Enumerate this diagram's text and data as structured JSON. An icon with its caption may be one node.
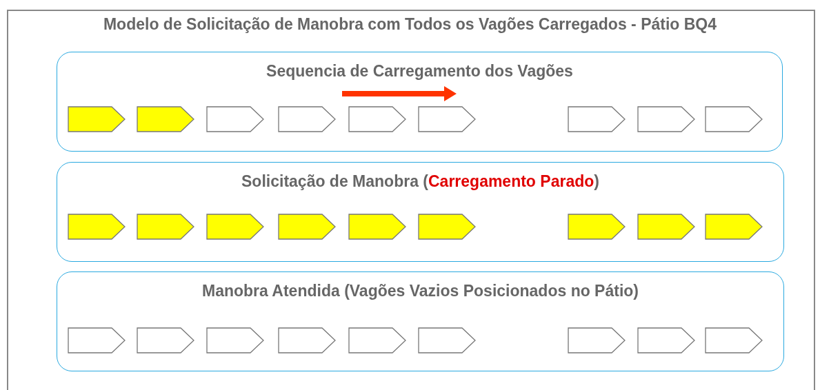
{
  "diagram": {
    "title": "Modelo de Solicitação de Manobra com Todos os Vagões Carregados - Pátio BQ4",
    "nodes": [
      {
        "text": [
          "Sequencia de Carregamento dos Vagões"
        ]
      },
      {
        "text": [],
        "shape": "pentagon",
        "in": 0
      },
      {
        "text": [],
        "shape": "pentagon",
        "in": 0
      },
      {
        "text": [],
        "shape": "pentagon",
        "in": 0
      },
      {
        "text": [],
        "shape": "pentagon",
        "in": 0
      },
      {
        "text": [],
        "shape": "pentagon",
        "in": 0
      },
      {
        "text": [],
        "shape": "pentagon",
        "in": 0
      },
      {
        "text": [],
        "shape": "pentagon",
        "in": 0
      },
      {
        "text": [],
        "shape": "pentagon",
        "in": 0
      },
      {
        "text": [],
        "shape": "pentagon",
        "in": 0
      },
      {
        "text": [
          "Solicitação de Manobra (",
          "Carregamento Parado",
          ")"
        ]
      },
      {
        "text": [],
        "shape": "pentagon",
        "in": 10
      },
      {
        "text": [],
        "shape": "pentagon",
        "in": 10
      },
      {
        "text": [],
        "shape": "pentagon",
        "in": 10
      },
      {
        "text": [],
        "shape": "pentagon",
        "in": 10
      },
      {
        "text": [],
        "shape": "pentagon",
        "in": 10
      },
      {
        "text": [],
        "shape": "pentagon",
        "in": 10
      },
      {
        "text": [],
        "shape": "pentagon",
        "in": 10
      },
      {
        "text": [],
        "shape": "pentagon",
        "in": 10
      },
      {
        "text": [],
        "shape": "pentagon",
        "in": 10
      },
      {
        "text": [
          "Manobra Atendida (Vagões Vazios Posicionados no Pátio)"
        ]
      },
      {
        "text": [],
        "shape": "pentagon",
        "in": 20
      },
      {
        "text": [],
        "shape": "pentagon",
        "in": 20
      },
      {
        "text": [],
        "shape": "pentagon",
        "in": 20
      },
      {
        "text": [],
        "shape": "pentagon",
        "in": 20
      },
      {
        "text": [],
        "shape": "pentagon",
        "in": 20
      },
      {
        "text": [],
        "shape": "pentagon",
        "in": 20
      },
      {
        "text": [],
        "shape": "pentagon",
        "in": 20
      },
      {
        "text": [],
        "shape": "pentagon",
        "in": 20
      },
      {
        "text": [],
        "shape": "pentagon",
        "in": 20
      }
    ]
  }
}
